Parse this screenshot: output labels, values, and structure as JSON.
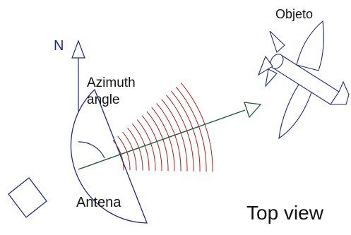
{
  "labels": {
    "north": "N",
    "azimuth_line1": "Azimuth",
    "azimuth_line2": "angle",
    "object": "Objeto",
    "antenna": "Antena",
    "view": "Top view"
  },
  "colors": {
    "outline": "#1f2a7a",
    "north_label": "#1f2a7a",
    "beam_arrow": "#1d5a35",
    "waves": "#a32020",
    "text": "#111111"
  },
  "icons": {
    "object": "airplane-icon",
    "antenna": "radar-dish-icon"
  }
}
